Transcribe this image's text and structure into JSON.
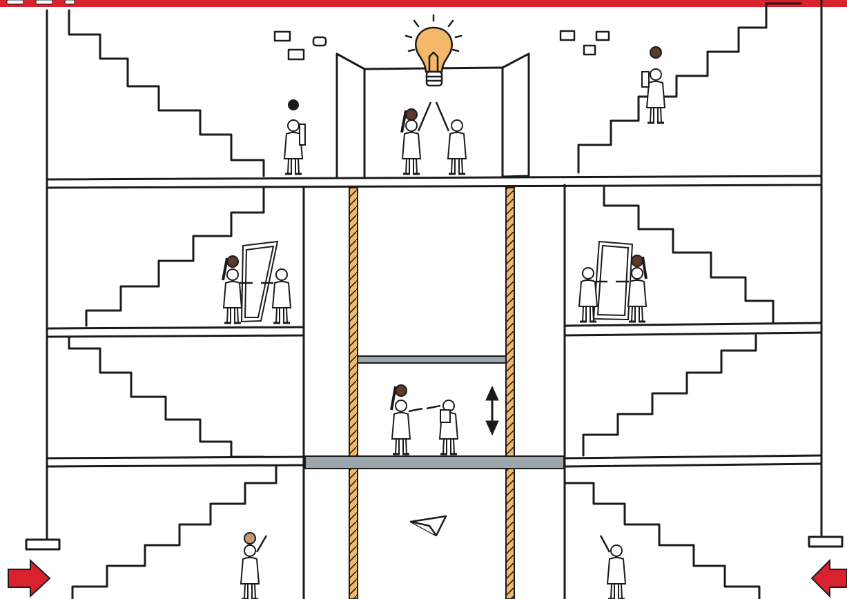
{
  "scene": {
    "colors": {
      "banner": "#d8232f",
      "line": "#1a1a1a",
      "background": "#ffffff",
      "shaft_rope": "#f0b86a",
      "elevator_beam": "#9aa6ab",
      "bulb": "#f5b769",
      "skin_dark": "#5b3a29",
      "skin_tan": "#c49a76",
      "arrow": "#d8232f"
    },
    "icons": [
      "lightbulb-icon",
      "paper-plane-icon",
      "double-arrow-icon",
      "left-arrow-icon",
      "right-arrow-icon"
    ],
    "figures": [
      "person-with-roll-walking",
      "person-with-papers-walking",
      "two-people-high-five",
      "two-people-handshake-mirror-left",
      "two-people-handshake-mirror-right",
      "two-people-handshake-elevator",
      "person-waving-left",
      "person-waving-right"
    ]
  }
}
